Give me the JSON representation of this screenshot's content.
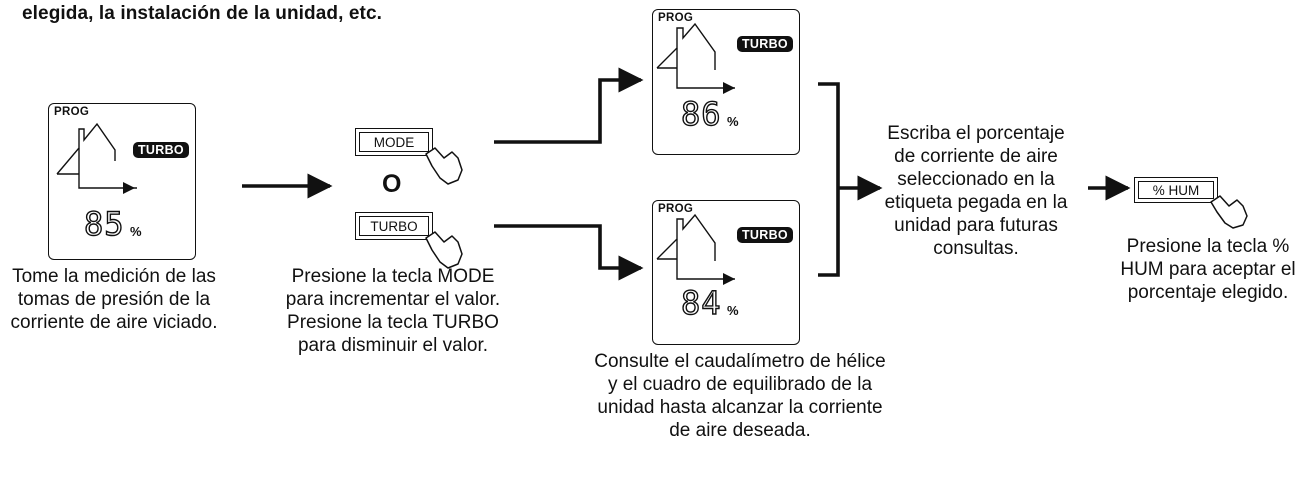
{
  "header": {
    "text": "elegida, la instalación de la unidad, etc."
  },
  "display_left": {
    "prog": "PROG",
    "turbo": "TURBO",
    "value": "85",
    "unit": "%"
  },
  "display_top": {
    "prog": "PROG",
    "turbo": "TURBO",
    "value": "86",
    "unit": "%"
  },
  "display_bottom": {
    "prog": "PROG",
    "turbo": "TURBO",
    "value": "84",
    "unit": "%"
  },
  "keys": {
    "mode": "MODE",
    "or": "O",
    "turbo": "TURBO",
    "hum": "% HUM"
  },
  "captions": {
    "step1": "Tome la medición de las tomas de presión de la corriente de aire viciado.",
    "step2": "Presione la tecla MODE para incrementar el valor. Presione la tecla TURBO para disminuir el valor.",
    "step3": "Consulte el caudalímetro de hélice y el cuadro de equilibrado de la unidad hasta alcanzar la corriente de aire deseada.",
    "step4": "Escriba el porcentaje de corriente de aire seleccionado en la etiqueta pegada en la unidad para futuras consultas.",
    "step5": "Presione la tecla % HUM para aceptar el porcentaje elegido."
  },
  "colors": {
    "ink": "#111111",
    "background": "#ffffff"
  }
}
